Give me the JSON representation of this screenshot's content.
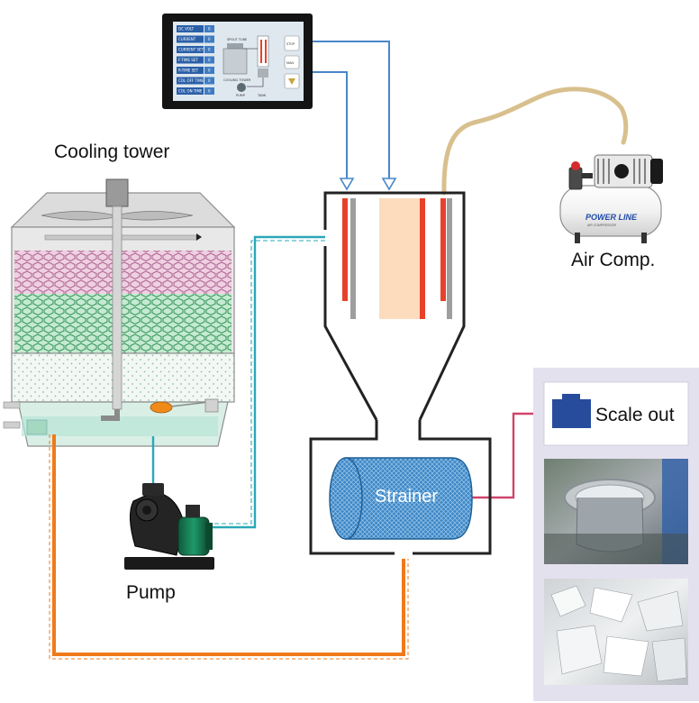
{
  "labels": {
    "cooling_tower": "Cooling tower",
    "pump": "Pump",
    "strainer": "Strainer",
    "air_comp": "Air Comp.",
    "scale_out": "Scale out"
  },
  "hmi": {
    "rows": [
      {
        "name": "DC VOLT",
        "value": "0"
      },
      {
        "name": "CURRENT",
        "value": "0"
      },
      {
        "name": "CURRENT SET",
        "value": "0"
      },
      {
        "name": "F-TIME SET",
        "value": "0"
      },
      {
        "name": "R-TIME SET",
        "value": "0"
      },
      {
        "name": "COL OFF TIME",
        "value": "0"
      },
      {
        "name": "COL ON TIME",
        "value": "0"
      }
    ],
    "stop_label": "STOP",
    "manual_label": "MAN",
    "diagram_labels": [
      "SPOUT TUBE",
      "COOLING TOWER",
      "PUMP",
      "TANK"
    ]
  },
  "compressor": {
    "brand": "POWER LINE",
    "subtitle": "AIR COMPRESSOR"
  },
  "colors": {
    "signal_line": "#4a86c8",
    "water_inlet": "#2aa8b8",
    "return_pipe": "#f07a1a",
    "air_hose": "#d8c08e",
    "scale_line": "#d0456a",
    "electrode": "#e8412a",
    "panel_bg": "#e4e1ef"
  }
}
